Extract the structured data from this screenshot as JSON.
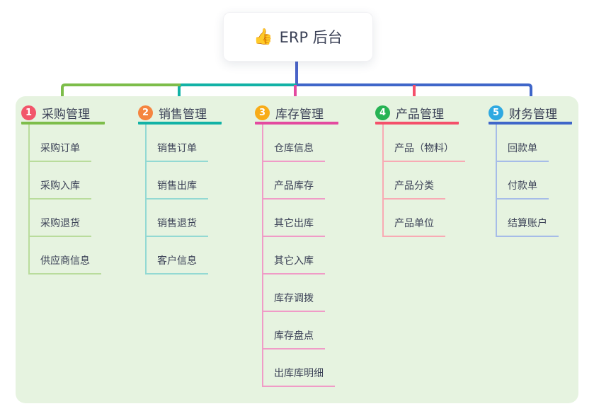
{
  "root": {
    "icon": "👍",
    "title": "ERP 后台"
  },
  "colors": {
    "trunk": "#4a63c8",
    "panel_background": "#e6f3e0",
    "text": "#3c4257"
  },
  "branches": [
    {
      "number": "1",
      "label": "采购管理",
      "color": "#7dbd4a",
      "light_color": "#b9dc9c",
      "badge_color": "#f2566b",
      "children": [
        "采购订单",
        "采购入库",
        "采购退货",
        "供应商信息"
      ]
    },
    {
      "number": "2",
      "label": "销售管理",
      "color": "#12b2a6",
      "light_color": "#93d9d3",
      "badge_color": "#f58540",
      "children": [
        "销售订单",
        "销售出库",
        "销售退货",
        "客户信息"
      ]
    },
    {
      "number": "3",
      "label": "库存管理",
      "color": "#e34a9f",
      "light_color": "#f09bc7",
      "badge_color": "#f8ac19",
      "children": [
        "仓库信息",
        "产品库存",
        "其它出库",
        "其它入库",
        "库存调拨",
        "库存盘点",
        "出库库明细"
      ]
    },
    {
      "number": "4",
      "label": "产品管理",
      "color": "#f4506a",
      "light_color": "#f8aab4",
      "badge_color": "#27b354",
      "children": [
        "产品（物料）",
        "产品分类",
        "产品单位"
      ]
    },
    {
      "number": "5",
      "label": "财务管理",
      "color": "#3f66c9",
      "light_color": "#a6bce8",
      "badge_color": "#2fa9e1",
      "children": [
        "回款单",
        "付款单",
        "结算账户"
      ]
    }
  ]
}
